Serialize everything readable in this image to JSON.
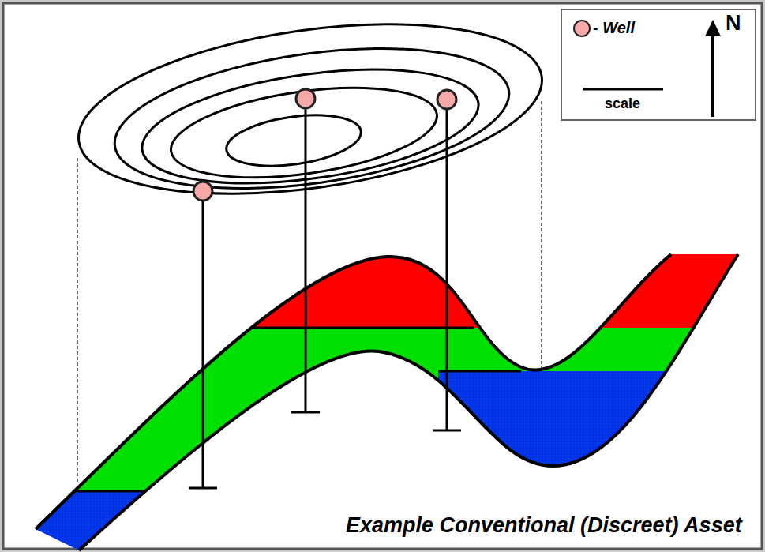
{
  "diagram": {
    "caption": "Example Conventional (Discreet) Asset",
    "labels": [
      "N",
      "scale"
    ],
    "legend": [
      {
        "text": "- Well"
      }
    ]
  }
}
